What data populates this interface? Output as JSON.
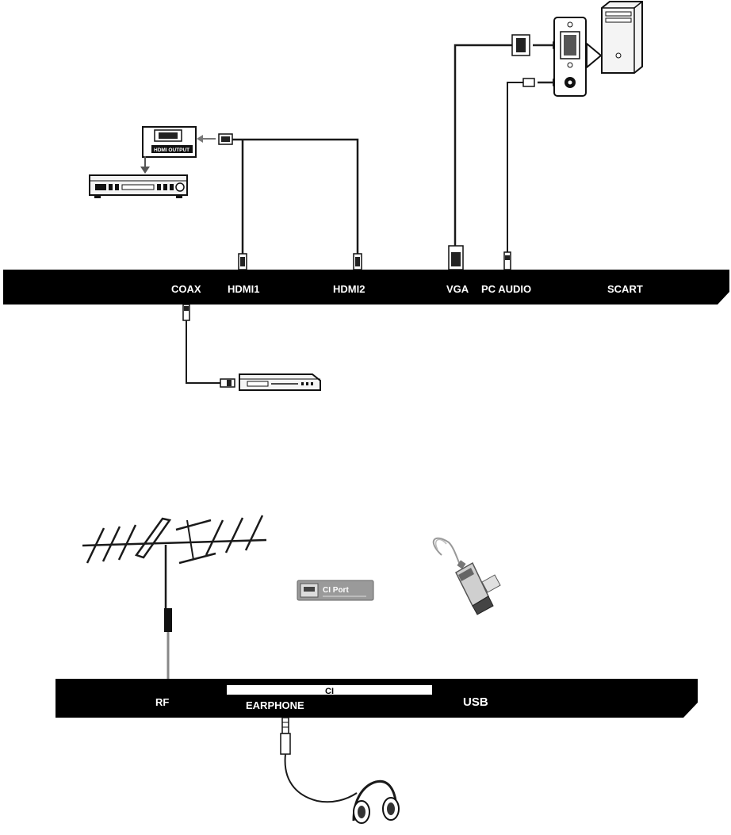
{
  "rear_panel": {
    "ports": {
      "coax": "COAX",
      "hdmi1": "HDMI1",
      "hdmi2": "HDMI2",
      "vga": "VGA",
      "pc_audio": "PC AUDIO",
      "scart": "SCART"
    }
  },
  "side_panel": {
    "ports": {
      "rf": "RF",
      "ci": "CI",
      "earphone": "EARPHONE",
      "usb": "USB"
    }
  },
  "devices": {
    "hdmi_output_label": "HDMI OUTPUT",
    "ci_card_label": "CI Port"
  },
  "colors": {
    "panel": "#000000",
    "line": "#1a1a1a",
    "device_fill": "#f4f4f4",
    "ci_card": "#9a9a9a"
  }
}
